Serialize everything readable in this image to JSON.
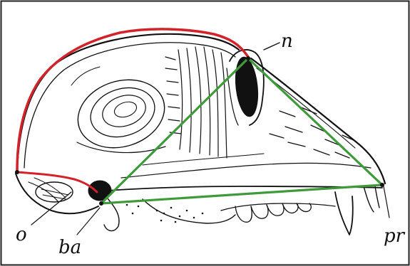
{
  "figure": {
    "labels": {
      "n": "n",
      "o": "o",
      "ba": "ba",
      "pr": "pr"
    },
    "colors": {
      "outline_highlight": "#d2232a",
      "triangle": "#3f9a3b",
      "ink": "#111111",
      "border": "#222222",
      "background": "#ffffff"
    }
  }
}
